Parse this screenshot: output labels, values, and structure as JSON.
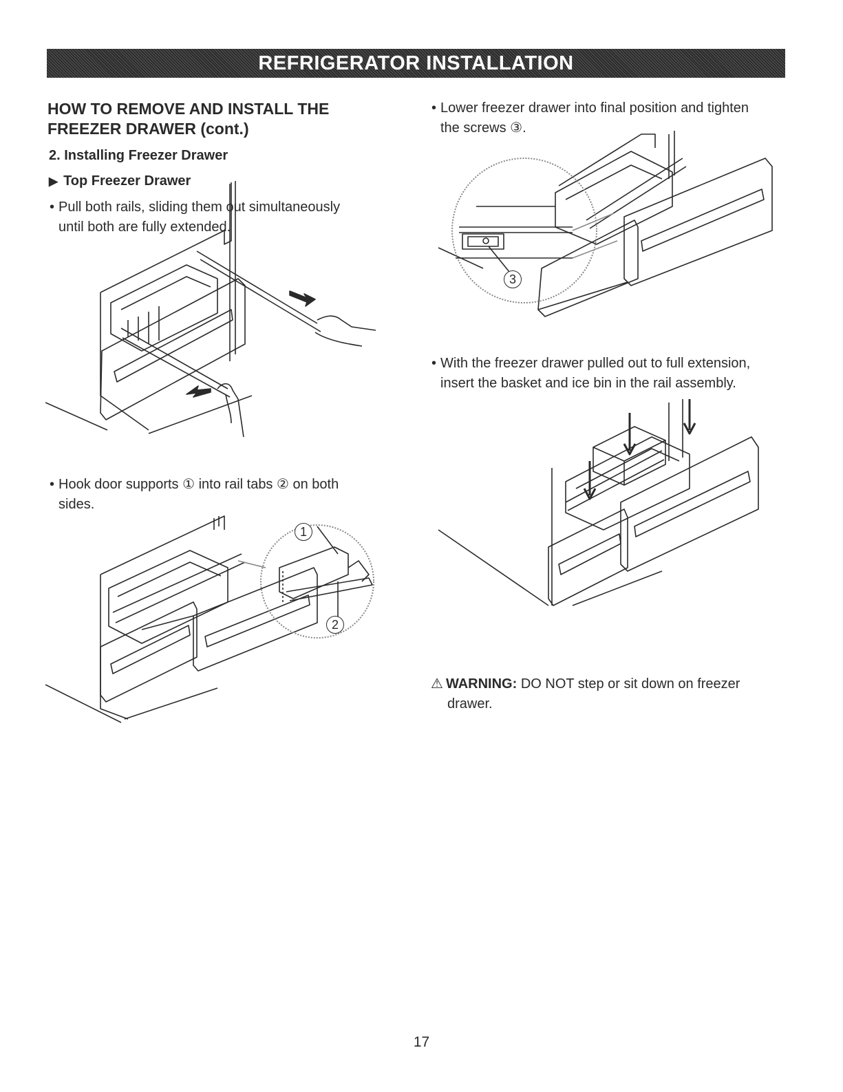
{
  "header": {
    "banner": "REFRIGERATOR INSTALLATION"
  },
  "left": {
    "section_title_line1": "HOW TO REMOVE AND INSTALL THE",
    "section_title_line2": "FREEZER DRAWER (cont.)",
    "subsection": "2. Installing Freezer Drawer",
    "subsubsection": "Top Freezer Drawer",
    "step1_line1": "Pull both rails, sliding them out simultaneously",
    "step1_line2": "until both are fully extended.",
    "step2_part1": "Hook door supports ",
    "step2_mark1": "①",
    "step2_part2": " into rail tabs ",
    "step2_mark2": "②",
    "step2_part3": " on both",
    "step2_line2": "sides.",
    "callout_1": "1",
    "callout_2": "2"
  },
  "right": {
    "step3_line1": "Lower freezer drawer into final position and tighten",
    "step3_line2a": "the screws ",
    "step3_mark": "③",
    "step3_line2b": ".",
    "callout_3": "3",
    "step4_line1": "With the freezer drawer pulled out to full extension,",
    "step4_line2": "insert the basket and ice bin in the rail assembly."
  },
  "warning": {
    "label": "WARNING:",
    "text_line1": " DO NOT step or sit down on freezer",
    "text_line2": "drawer."
  },
  "footer": {
    "page_number": "17"
  },
  "icons": {
    "bullet": "bullet-dot",
    "subsection_arrow": "triangle-right-icon",
    "warning": "warning-triangle-icon"
  }
}
